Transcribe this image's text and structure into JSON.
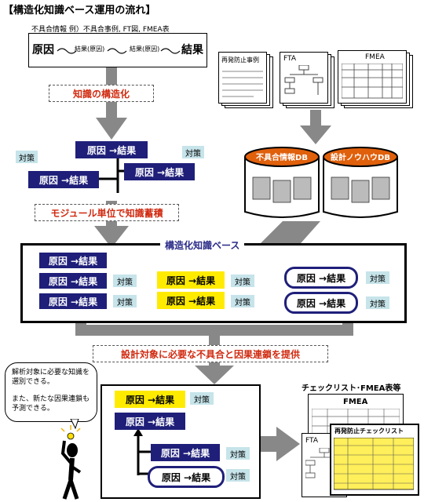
{
  "title": "【構造化知識ベース運用の流れ】",
  "top_caption": "不具合情報 例）不具合事例, FT図, FMEA表",
  "top_chain": {
    "cause": "原因",
    "mid1": "結果(原因)",
    "mid2": "結果(原因)",
    "result": "結果"
  },
  "docs": {
    "recurrence": "再発防止事例",
    "fta": "FTA",
    "fmea": "FMEA"
  },
  "labels": {
    "structuring": "知識の構造化",
    "module": "モジュール単位で知識蓄積",
    "kb_title": "構造化知識ベース",
    "provide": "設計対象に必要な不具合と因果連鎖を提供",
    "checklist_title": "チェックリスト･FMEA表等",
    "checklist_sheet": "再発防止チェックリスト",
    "fta2": "FTA",
    "fmea2": "FMEA"
  },
  "cause_result": "原因 →結果",
  "measure": "対策",
  "db": {
    "left": "不具合情報DB",
    "right": "設計ノウハウDB"
  },
  "bubble": {
    "line1": "解析対象に必要な知識を選別できる。",
    "line2": "また、新たな因果連鎖も予測できる。"
  }
}
